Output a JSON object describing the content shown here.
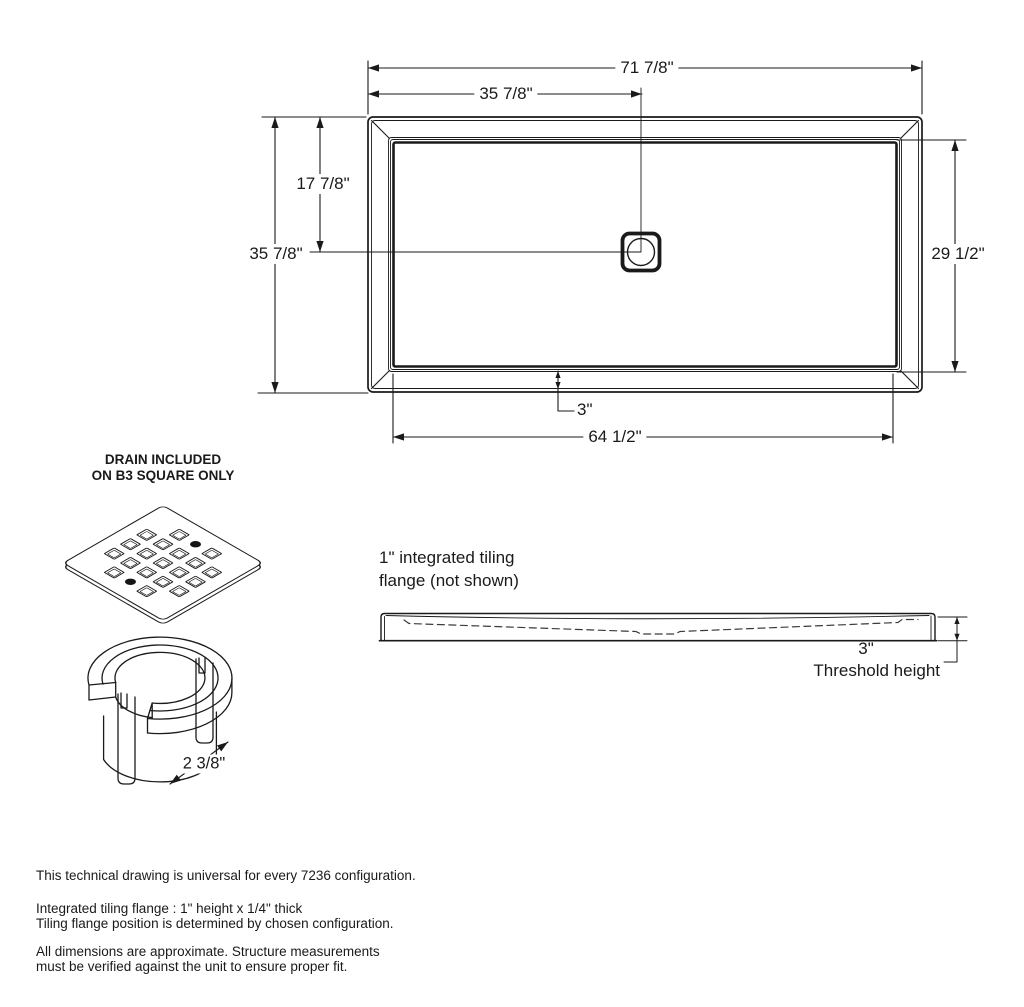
{
  "plan": {
    "dim_outer_width": "71 7/8\"",
    "dim_left_edge_to_drain": "35 7/8\"",
    "dim_outer_height": "35 7/8\"",
    "dim_top_edge_to_drain": "17 7/8\"",
    "dim_inner_height": "29 1/2\"",
    "dim_threshold_width": "3\"",
    "dim_inner_width": "64 1/2\""
  },
  "drain_detail": {
    "title_line1": "DRAIN INCLUDED",
    "title_line2": "ON B3 SQUARE ONLY",
    "dim_outlet": "2 3/8\""
  },
  "profile": {
    "flange_note_line1": "1\" integrated tiling",
    "flange_note_line2": "flange (not shown)",
    "dim_threshold_height": "3\"",
    "threshold_label": "Threshold height"
  },
  "notes": {
    "universal": "This technical drawing is universal for every 7236 configuration.",
    "flange_line1": "Integrated tiling flange : 1\" height x 1/4\" thick",
    "flange_line2": "Tiling flange position is determined by chosen configuration.",
    "approx_line1": "All dimensions are approximate. Structure measurements",
    "approx_line2": "must be verified against the unit to ensure proper fit."
  },
  "colors": {
    "line": "#1a1a1a",
    "background": "#ffffff"
  }
}
